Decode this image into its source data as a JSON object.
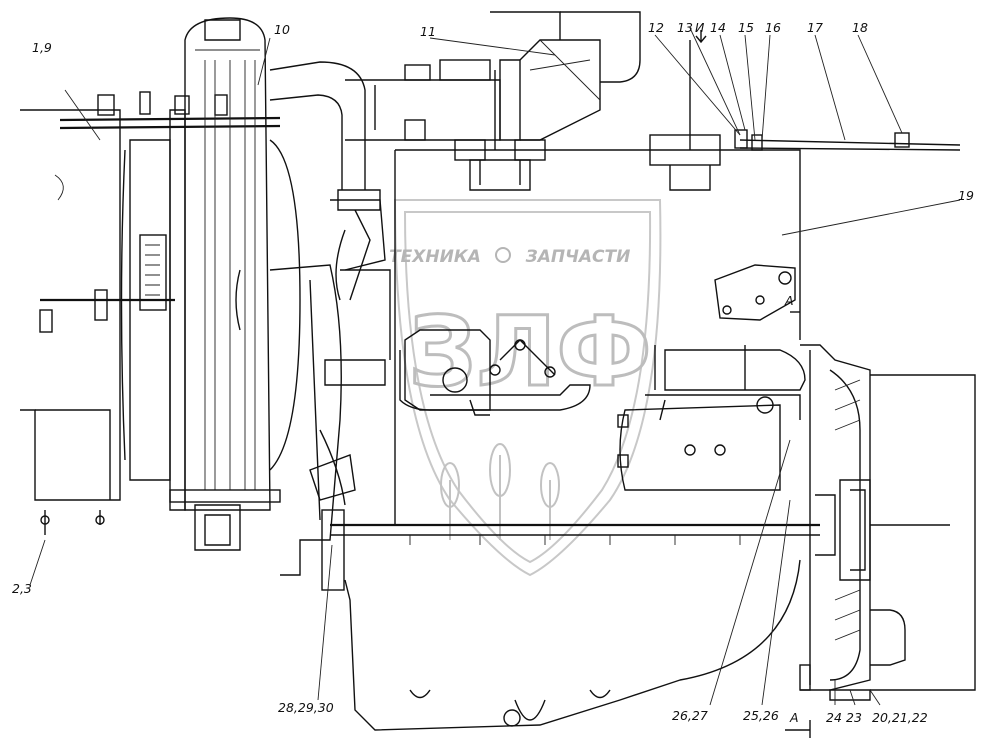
{
  "watermark": {
    "left_word": "ТЕХНИКА",
    "right_word": "ЗАПЧАСТИ",
    "monogram": "ЗЛФ"
  },
  "callouts": {
    "c1": "1,9",
    "c2": "10",
    "c3": "11",
    "c4": "12",
    "c5": "13",
    "c5b": "И",
    "c6": "14",
    "c7": "15",
    "c8": "16",
    "c9": "17",
    "c10": "18",
    "c11": "19",
    "c12": "2,3",
    "c13": "28,29,30",
    "c14": "26,27",
    "c15": "25,26",
    "c16": "24",
    "c17": "23",
    "c18": "20,21,22",
    "view_a_bottom": "A",
    "view_a_side": "A"
  }
}
